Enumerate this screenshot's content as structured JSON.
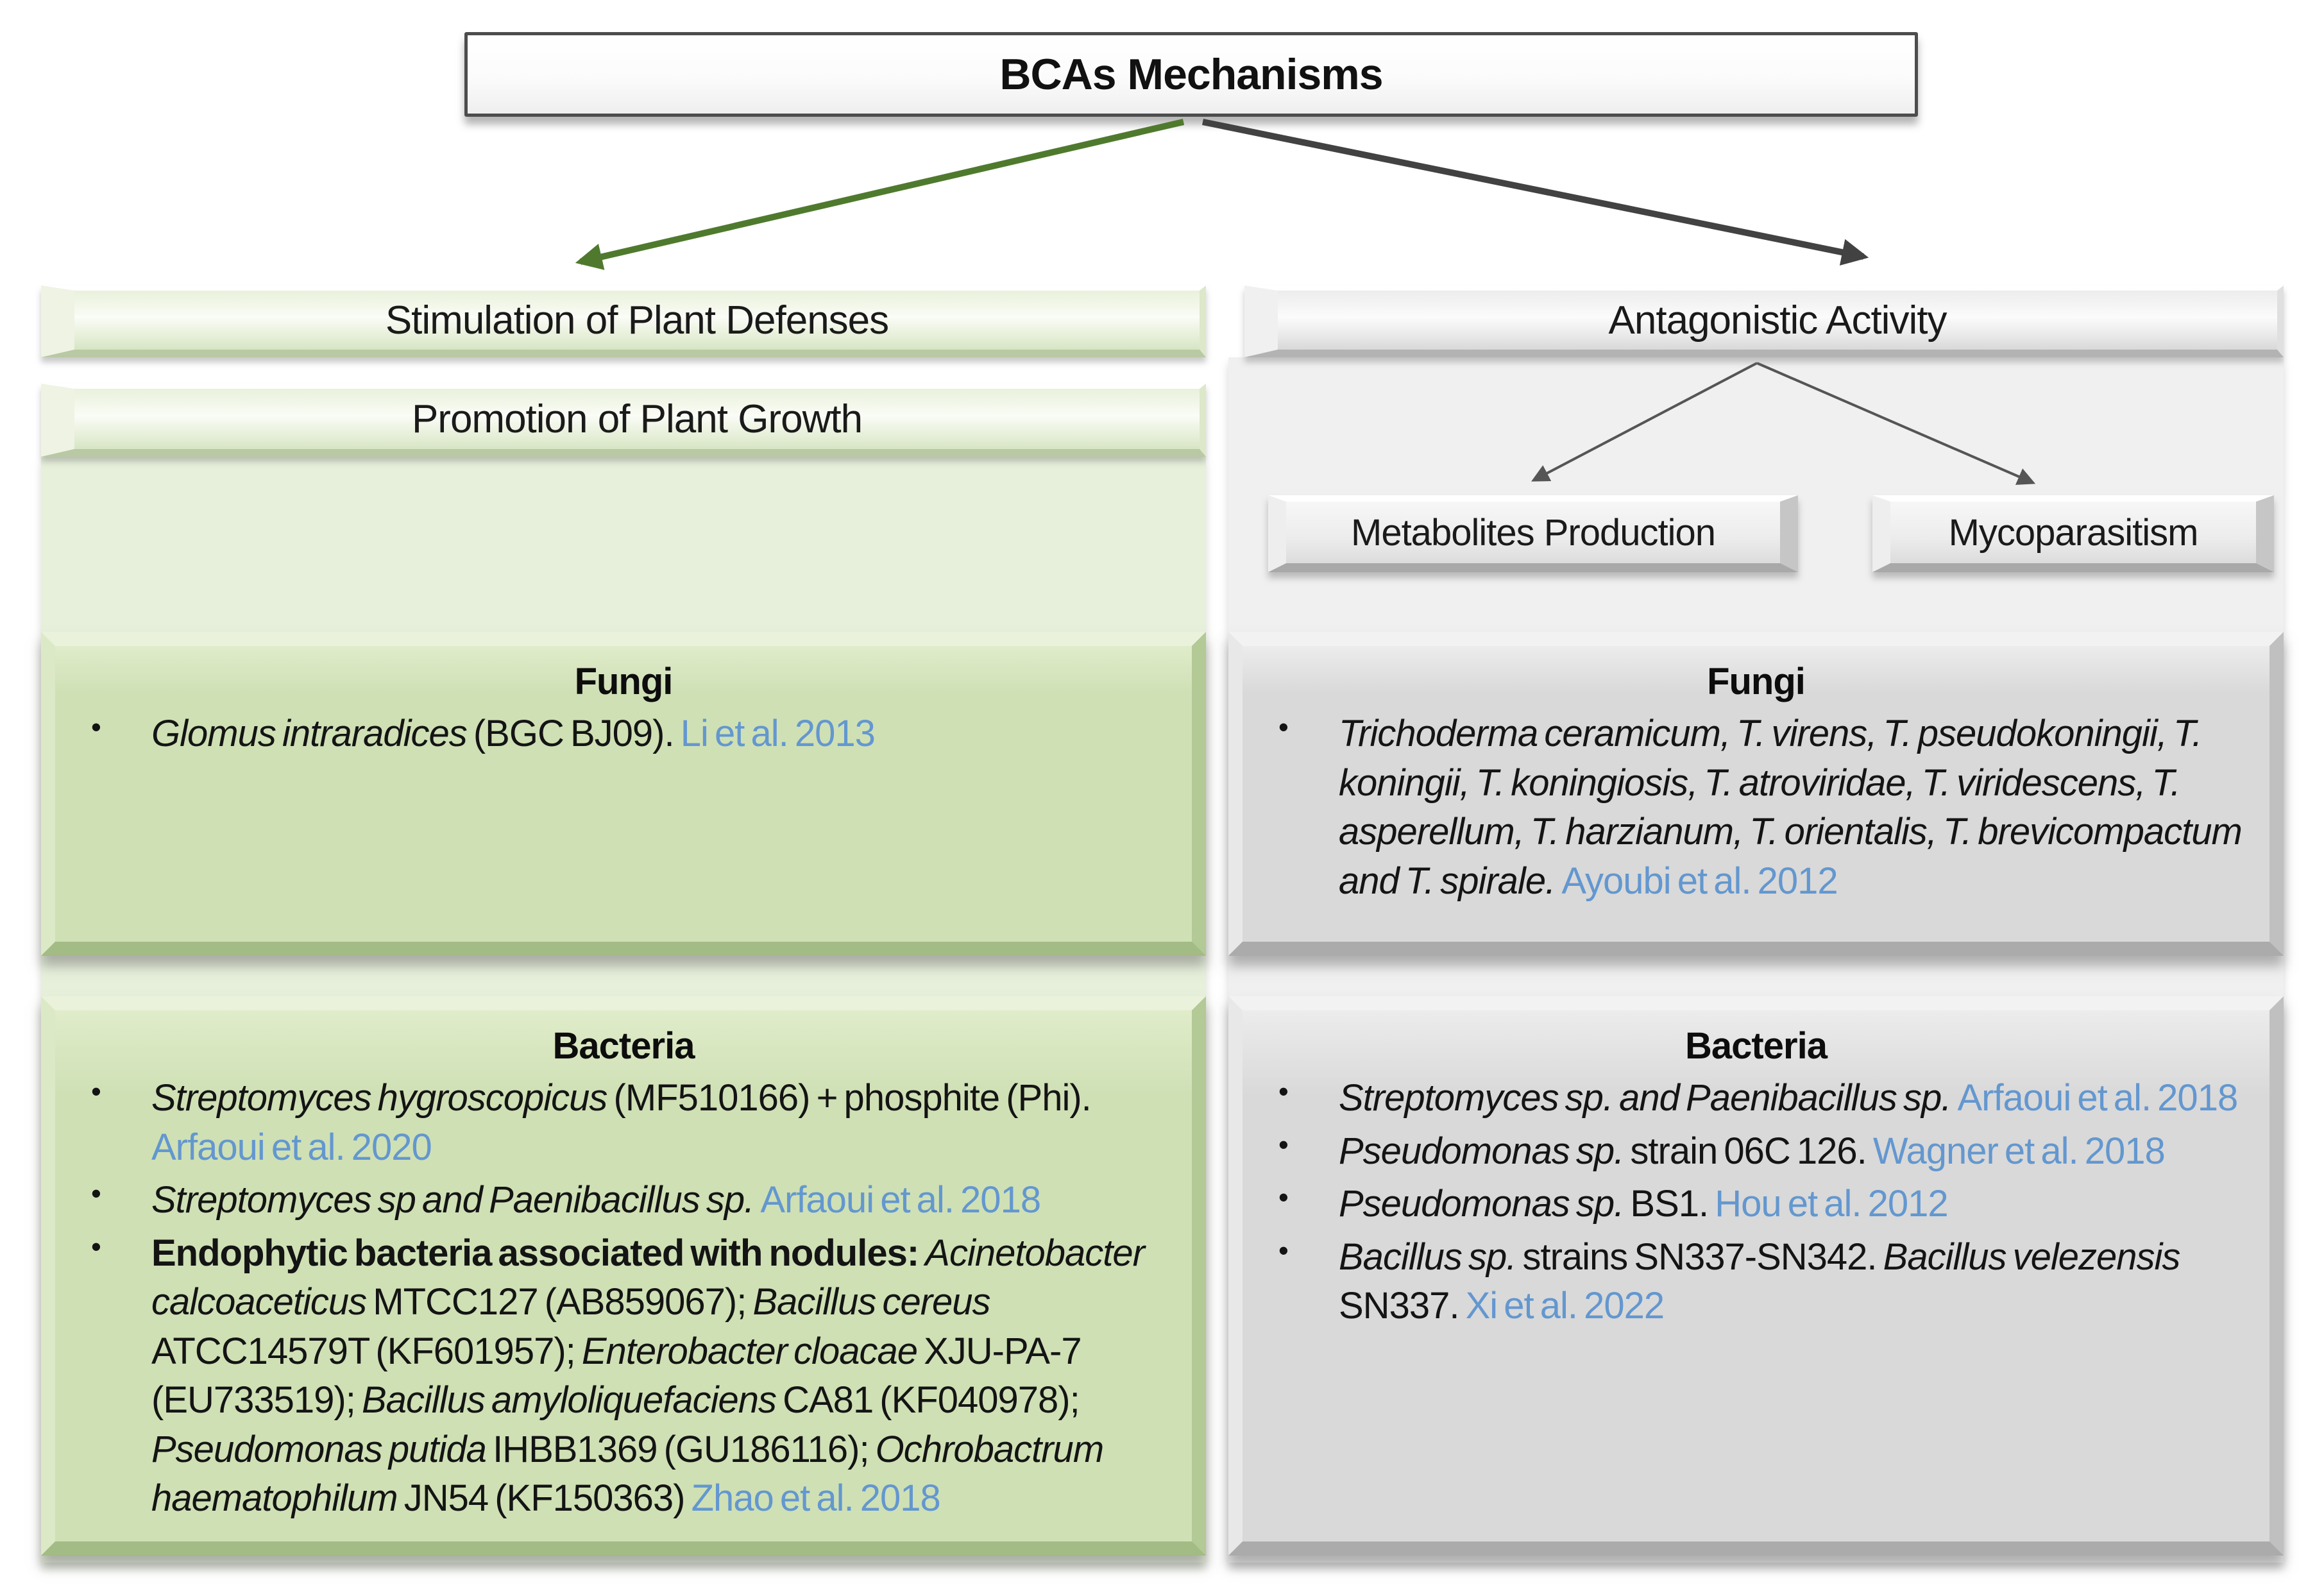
{
  "title": "BCAs Mechanisms",
  "colors": {
    "citation_blue": "#6397cf",
    "arrow_green": "#4f7a2e",
    "arrow_dark_gray": "#424242",
    "fork_arrow_gray": "#555555",
    "panel_green": "#e7f0db",
    "panel_gray": "#f0f0f0",
    "box_green": "#cfe0b5",
    "box_gray": "#d9d9d9"
  },
  "left": {
    "header1": "Stimulation of Plant Defenses",
    "header2": "Promotion of Plant Growth",
    "fungi": {
      "title": "Fungi",
      "bullets": [
        [
          {
            "s": "i",
            "t": "Glomus intraradices "
          },
          {
            "s": "n",
            "t": "(BGC BJ09). "
          },
          {
            "s": "cite",
            "t": "Li et al. 2013"
          }
        ]
      ]
    },
    "bacteria": {
      "title": "Bacteria",
      "bullets": [
        [
          {
            "s": "i",
            "t": "Streptomyces hygroscopicus "
          },
          {
            "s": "n",
            "t": "(MF510166) + phosphite (Phi). "
          },
          {
            "s": "cite",
            "t": "Arfaoui et al. 2020"
          }
        ],
        [
          {
            "s": "i",
            "t": "Streptomyces sp and Paenibacillus sp. "
          },
          {
            "s": "cite",
            "t": "Arfaoui et al. 2018"
          }
        ],
        [
          {
            "s": "b",
            "t": "Endophytic bacteria associated with nodules: "
          },
          {
            "s": "i",
            "t": "Acinetobacter calcoaceticus "
          },
          {
            "s": "n",
            "t": "MTCC127 (AB859067); "
          },
          {
            "s": "i",
            "t": "Bacillus cereus "
          },
          {
            "s": "n",
            "t": "ATCC14579T (KF601957); "
          },
          {
            "s": "i",
            "t": "Enterobacter cloacae "
          },
          {
            "s": "n",
            "t": "XJU-PA-7 (EU733519); "
          },
          {
            "s": "i",
            "t": "Bacillus amyloliquefaciens "
          },
          {
            "s": "n",
            "t": "CA81 (KF040978); "
          },
          {
            "s": "i",
            "t": "Pseudomonas putida "
          },
          {
            "s": "n",
            "t": "IHBB1369 (GU186116); "
          },
          {
            "s": "i",
            "t": "Ochrobactrum haematophilum "
          },
          {
            "s": "n",
            "t": "JN54 (KF150363) "
          },
          {
            "s": "cite",
            "t": "Zhao et al. 2018"
          }
        ]
      ]
    }
  },
  "right": {
    "header": "Antagonistic Activity",
    "metabolites_label": "Metabolites Production",
    "mycoparasitism_label": "Mycoparasitism",
    "fungi": {
      "title": "Fungi",
      "bullets": [
        [
          {
            "s": "i",
            "t": "Trichoderma ceramicum, T. virens, T. pseudokoningii, T. koningii, T. koningiosis, T. atroviridae, T. viridescens, T. asperellum, T. harzianum, T. orientalis, T. brevicompactum and T. spirale. "
          },
          {
            "s": "cite",
            "t": "Ayoubi et al. 2012"
          }
        ]
      ]
    },
    "bacteria": {
      "title": "Bacteria",
      "bullets": [
        [
          {
            "s": "i",
            "t": "Streptomyces sp. and Paenibacillus sp. "
          },
          {
            "s": "cite",
            "t": "Arfaoui et al. 2018"
          }
        ],
        [
          {
            "s": "i",
            "t": "Pseudomonas sp. "
          },
          {
            "s": "n",
            "t": "strain 06C 126. "
          },
          {
            "s": "cite",
            "t": "Wagner et al. 2018"
          }
        ],
        [
          {
            "s": "i",
            "t": "Pseudomonas sp. "
          },
          {
            "s": "n",
            "t": "BS1. "
          },
          {
            "s": "cite",
            "t": "Hou et al. 2012"
          }
        ],
        [
          {
            "s": "i",
            "t": "Bacillus sp. "
          },
          {
            "s": "n",
            "t": "strains SN337-SN342. "
          },
          {
            "s": "i",
            "t": "Bacillus velezensis "
          },
          {
            "s": "n",
            "t": "SN337. "
          },
          {
            "s": "cite",
            "t": "Xi et al. 2022"
          }
        ]
      ]
    }
  }
}
